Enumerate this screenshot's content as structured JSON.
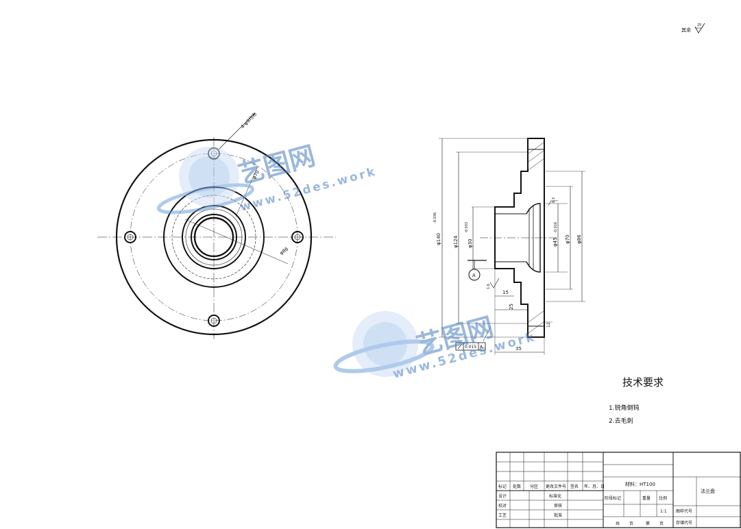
{
  "drawing": {
    "surface_roughness_note": "其余",
    "roughness_symbol_value": "25",
    "front_view": {
      "labels": {
        "holes": "4-φ9均布",
        "d70": "φ70",
        "d86": "φ86"
      }
    },
    "section_view": {
      "labels": {
        "d_outer": "φ140",
        "d_outer_tol": "-0.036",
        "d124": "φ124",
        "d30": "φ30",
        "d30_tol": "-0.033",
        "d45": "φ45",
        "d45_tol": "-0.016",
        "d70": "φ70",
        "d86": "φ86",
        "roughness_63": "6.3",
        "roughness_16": "1.6",
        "len15": "15",
        "len25": "25",
        "len35": "35",
        "len12": "12",
        "datum": "A",
        "tolerance_value": "0.015",
        "tolerance_datum": "A"
      }
    },
    "tech_requirements": {
      "title": "技术要求",
      "items": [
        "1.锐角倒钝",
        "2.去毛刺"
      ]
    },
    "title_block": {
      "material": "材料：HT100",
      "part_name": "法兰盘",
      "scale": "1:1",
      "rev_headers": [
        "标记",
        "处数",
        "分区",
        "更改文件号",
        "签名",
        "年、月、日"
      ],
      "row_design": [
        "设计",
        "",
        "标准化"
      ],
      "row_check": [
        "校对",
        "",
        "审核"
      ],
      "row_craft": [
        "工艺",
        "",
        "批准"
      ],
      "stage_headers": [
        "阶段标记",
        "重量",
        "比例"
      ],
      "sheet_info": [
        "共",
        "页",
        "第",
        "页"
      ],
      "drawing_no_label": "图样代号",
      "storage_label": "存储代号"
    },
    "watermark": {
      "brand": "艺图网",
      "url": "www.52des.work"
    }
  }
}
